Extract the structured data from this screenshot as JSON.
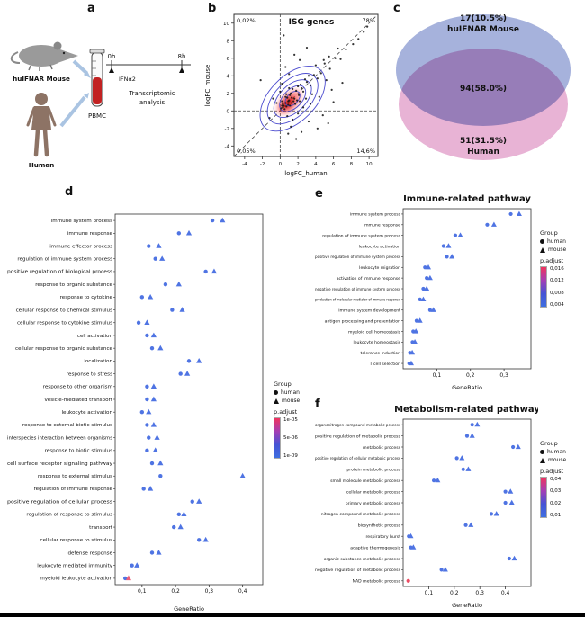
{
  "panels": {
    "a": "a",
    "b": "b",
    "c": "c",
    "d": "d",
    "e": "e",
    "f": "f"
  },
  "panel_a": {
    "mouse_label": "huIFNAR Mouse",
    "human_label": "Human",
    "tube_label": "PBMC",
    "time_start": "0h",
    "time_end": "8h",
    "treatment": "IFNα2",
    "analysis_line1": "Transcriptomic",
    "analysis_line2": "analysis"
  },
  "venn": {
    "top_value": "17(10.5%)",
    "top_label": "huIFNAR Mouse",
    "overlap_value": "94(58.0%)",
    "bottom_value": "51(31.5%)",
    "bottom_label": "Human",
    "top_color": "#96a4d6",
    "bottom_color": "#e4a6ce"
  },
  "chart_data": [
    {
      "id": "isg-scatter",
      "type": "scatter",
      "title": "ISG genes",
      "xlabel": "logFC_human",
      "ylabel": "logFC_mouse",
      "xlim": [
        -5.2,
        11
      ],
      "ylim": [
        -5.2,
        11
      ],
      "xticks": [
        -4,
        -2,
        0,
        2,
        4,
        6,
        8,
        10
      ],
      "yticks": [
        -4,
        -2,
        0,
        2,
        4,
        6,
        8,
        10
      ],
      "quadrant_labels": {
        "top_left": "0,02%",
        "top_right": "78%",
        "bottom_left": "0,05%",
        "bottom_right": "14,6%"
      },
      "point_color": "#111111",
      "contour_color": "#4b4bcf",
      "contours": {
        "center": [
          1.4,
          1.4
        ],
        "radii": [
          [
            1.0,
            0.62
          ],
          [
            1.8,
            1.05
          ],
          [
            2.6,
            1.5
          ],
          [
            3.5,
            2.0
          ],
          [
            4.5,
            2.6
          ]
        ]
      },
      "density": [
        {
          "c": [
            1.0,
            1.0
          ],
          "rx": 1.7,
          "ry": 0.9,
          "color": "#ff3030",
          "opacity": 0.5
        },
        {
          "c": [
            0.9,
            0.9
          ],
          "rx": 0.9,
          "ry": 0.5,
          "color": "#cc0000",
          "opacity": 0.8
        }
      ],
      "points": [
        [
          0.1,
          0.3
        ],
        [
          0.4,
          0.6
        ],
        [
          0.7,
          0.5
        ],
        [
          1.0,
          1.2
        ],
        [
          1.3,
          0.9
        ],
        [
          0.2,
          1.1
        ],
        [
          0.8,
          1.5
        ],
        [
          1.6,
          1.4
        ],
        [
          1.2,
          2.0
        ],
        [
          2.1,
          1.8
        ],
        [
          0.5,
          0.2
        ],
        [
          1.8,
          2.3
        ],
        [
          2.4,
          2.6
        ],
        [
          0.9,
          0.7
        ],
        [
          1.5,
          1.1
        ],
        [
          2.0,
          2.8
        ],
        [
          2.6,
          2.2
        ],
        [
          3.0,
          3.3
        ],
        [
          3.4,
          2.9
        ],
        [
          2.8,
          3.6
        ],
        [
          3.8,
          4.1
        ],
        [
          4.2,
          3.7
        ],
        [
          1.1,
          1.8
        ],
        [
          0.3,
          0.8
        ],
        [
          1.9,
          1.2
        ],
        [
          2.3,
          3.0
        ],
        [
          0.6,
          1.6
        ],
        [
          1.4,
          2.5
        ],
        [
          3.2,
          4.0
        ],
        [
          4.6,
          4.3
        ],
        [
          5.0,
          5.4
        ],
        [
          5.6,
          4.8
        ],
        [
          6.2,
          6.0
        ],
        [
          4.0,
          5.2
        ],
        [
          3.6,
          1.9
        ],
        [
          2.9,
          1.4
        ],
        [
          5.2,
          3.5
        ],
        [
          6.8,
          5.9
        ],
        [
          7.4,
          7.0
        ],
        [
          8.2,
          7.6
        ],
        [
          0.0,
          2.2
        ],
        [
          -0.4,
          0.9
        ],
        [
          -0.8,
          1.4
        ],
        [
          0.2,
          3.1
        ],
        [
          1.0,
          4.2
        ],
        [
          0.6,
          5.0
        ],
        [
          2.2,
          5.8
        ],
        [
          1.6,
          6.4
        ],
        [
          3.0,
          7.2
        ],
        [
          0.8,
          -0.6
        ],
        [
          1.4,
          -1.0
        ],
        [
          2.0,
          -0.3
        ],
        [
          2.6,
          0.4
        ],
        [
          3.4,
          0.8
        ],
        [
          4.4,
          1.6
        ],
        [
          5.8,
          2.4
        ],
        [
          0.4,
          8.6
        ],
        [
          9.4,
          9.0
        ],
        [
          7.0,
          3.2
        ],
        [
          6.0,
          1.0
        ],
        [
          4.8,
          -0.5
        ],
        [
          -1.2,
          -0.8
        ],
        [
          1.2,
          -1.8
        ],
        [
          2.4,
          -2.4
        ],
        [
          3.2,
          -1.2
        ],
        [
          4.2,
          -2.0
        ],
        [
          5.4,
          -1.4
        ],
        [
          1.8,
          -3.2
        ],
        [
          0.9,
          -2.6
        ],
        [
          -2.2,
          3.5
        ],
        [
          0.3,
          0.4
        ],
        [
          0.6,
          0.9
        ],
        [
          1.1,
          0.6
        ],
        [
          0.9,
          1.1
        ],
        [
          1.3,
          1.5
        ],
        [
          0.7,
          1.9
        ],
        [
          1.7,
          0.8
        ],
        [
          2.2,
          1.1
        ],
        [
          0.2,
          0.6
        ],
        [
          1.0,
          2.6
        ],
        [
          8.8,
          8.2
        ],
        [
          9.8,
          9.6
        ],
        [
          6.5,
          7.1
        ],
        [
          5.5,
          6.2
        ],
        [
          4.9,
          5.8
        ]
      ]
    },
    {
      "id": "go-enrichment",
      "type": "dotplot",
      "title": "",
      "xlabel": "GeneRatio",
      "xlim": [
        0.02,
        0.46
      ],
      "xticks": [
        0.1,
        0.2,
        0.3,
        0.4
      ],
      "xtick_labels": [
        "0,1",
        "0,2",
        "0,3",
        "0,4"
      ],
      "categories": [
        "immune system process",
        "immune response",
        "immune effector process",
        "regulation of immune system process",
        "positive regulation of biological process",
        "response to organic substance",
        "response to cytokine",
        "cellular response to chemical stimulus",
        "cellular response to cytokine stimulus",
        "cell activation",
        "cellular response to organic substance",
        "localization",
        "response to stress",
        "response to other organism",
        "vesicle-mediated transport",
        "leukocyte activation",
        "response to external biotic stimulus",
        "interspecies interaction between organisms",
        "response to biotic stimulus",
        "cell surface receptor signaling pathway",
        "response to external stimulus",
        "regulation of immune response",
        "positive regulation of cellular process",
        "regulation of response to stimulus",
        "transport",
        "cellular response to stimulus",
        "defense response",
        "leukocyte mediated immunity",
        "myeloid leukocyte activation"
      ],
      "series": [
        {
          "name": "human",
          "marker": "circle",
          "values": [
            0.31,
            0.21,
            0.12,
            0.14,
            0.29,
            0.17,
            0.1,
            0.19,
            0.09,
            0.115,
            0.13,
            0.24,
            0.215,
            0.115,
            0.115,
            0.1,
            0.115,
            0.12,
            0.115,
            0.13,
            0.155,
            0.105,
            0.25,
            0.21,
            0.195,
            0.27,
            0.13,
            0.07,
            0.05
          ]
        },
        {
          "name": "mouse",
          "marker": "triangle",
          "values": [
            0.34,
            0.24,
            0.15,
            0.16,
            0.315,
            0.21,
            0.125,
            0.22,
            0.115,
            0.135,
            0.155,
            0.27,
            0.235,
            0.135,
            0.135,
            0.12,
            0.135,
            0.145,
            0.14,
            0.155,
            0.4,
            0.125,
            0.27,
            0.225,
            0.215,
            0.29,
            0.15,
            0.085,
            0.06
          ]
        }
      ],
      "point_colors": {
        "default": "#4f74e3",
        "overrides": [
          {
            "series": "mouse",
            "index": 28,
            "color": "#ec5f7a"
          }
        ]
      },
      "legend": {
        "group_title": "Group",
        "items": [
          "human",
          "mouse"
        ],
        "padjust_title": "p.adjust",
        "padjust_labels": [
          "1e-05",
          "5e-06",
          "1e-09"
        ],
        "gradient": [
          "#f0345e",
          "#a43fb4",
          "#4653d4",
          "#3f6fe0"
        ]
      }
    },
    {
      "id": "immune-pathway",
      "type": "dotplot",
      "title": "Immune-related pathway",
      "xlabel": "GeneRatio",
      "xlim": [
        0.0,
        0.38
      ],
      "xticks": [
        0.1,
        0.2,
        0.3
      ],
      "xtick_labels": [
        "0,1",
        "0,2",
        "0,3"
      ],
      "categories": [
        "immune system process",
        "immune response",
        "regulation of immune system process",
        "leukocyte activation",
        "positive regulation of immune system process",
        "leukocyte migration",
        "activation of immune response",
        "negative regulation of immune system process",
        "production of molecular mediator of immune response",
        "immune system development",
        "antigen processing and presentation",
        "myeloid cell homeostasis",
        "leukocyte homeostasis",
        "tolerance induction",
        "T cell selection"
      ],
      "series": [
        {
          "name": "human",
          "marker": "circle",
          "values": [
            0.32,
            0.25,
            0.155,
            0.12,
            0.13,
            0.065,
            0.07,
            0.06,
            0.05,
            0.08,
            0.04,
            0.03,
            0.028,
            0.02,
            0.018
          ]
        },
        {
          "name": "mouse",
          "marker": "triangle",
          "values": [
            0.345,
            0.27,
            0.17,
            0.135,
            0.145,
            0.075,
            0.08,
            0.07,
            0.06,
            0.09,
            0.05,
            0.038,
            0.035,
            0.027,
            0.024
          ]
        }
      ],
      "point_colors": {
        "default": "#4f74e3",
        "overrides": []
      },
      "legend": {
        "group_title": "Group",
        "items": [
          "human",
          "mouse"
        ],
        "padjust_title": "p.adjust",
        "padjust_labels": [
          "0,016",
          "0,012",
          "0,008",
          "0,004"
        ],
        "gradient": [
          "#f0345e",
          "#a43fb4",
          "#4653d4",
          "#3f6fe0"
        ]
      }
    },
    {
      "id": "metabolism-pathway",
      "type": "dotplot",
      "title": "Metabolism-related pathway",
      "xlabel": "GeneRatio",
      "xlim": [
        0.0,
        0.5
      ],
      "xticks": [
        0.1,
        0.2,
        0.3,
        0.4
      ],
      "xtick_labels": [
        "0,1",
        "0,2",
        "0,3",
        "0,4"
      ],
      "categories": [
        "organonitrogen compound metabolic process",
        "positive regulation of metabolic process",
        "metabolic process",
        "positive regulation of cellular metabolic process",
        "protein metabolic process",
        "small molecule metabolic process",
        "cellular metabolic process",
        "primary metabolic process",
        "nitrogen compound metabolic process",
        "biosynthetic process",
        "respiratory burst",
        "adaptive thermogenesis",
        "organic substance metabolic process",
        "negative regulation of metabolic process",
        "NAD metabolic process"
      ],
      "series": [
        {
          "name": "human",
          "marker": "circle",
          "values": [
            0.27,
            0.25,
            0.43,
            0.21,
            0.235,
            0.12,
            0.4,
            0.4,
            0.345,
            0.245,
            0.022,
            0.03,
            0.415,
            0.15,
            0.02
          ]
        },
        {
          "name": "mouse",
          "marker": "triangle",
          "values": [
            0.29,
            0.27,
            0.45,
            0.23,
            0.255,
            0.135,
            0.42,
            0.425,
            0.365,
            0.265,
            0.03,
            0.04,
            0.435,
            0.165,
            null
          ]
        }
      ],
      "point_colors": {
        "default": "#4f74e3",
        "overrides": [
          {
            "series": "human",
            "index": 14,
            "color": "#ec4b63"
          }
        ]
      },
      "legend": {
        "group_title": "Group",
        "items": [
          "human",
          "mouse"
        ],
        "padjust_title": "p.adjust",
        "padjust_labels": [
          "0,04",
          "0,03",
          "0,02",
          "0,01"
        ],
        "gradient": [
          "#f0345e",
          "#a43fb4",
          "#4653d4",
          "#3f6fe0"
        ]
      }
    }
  ]
}
